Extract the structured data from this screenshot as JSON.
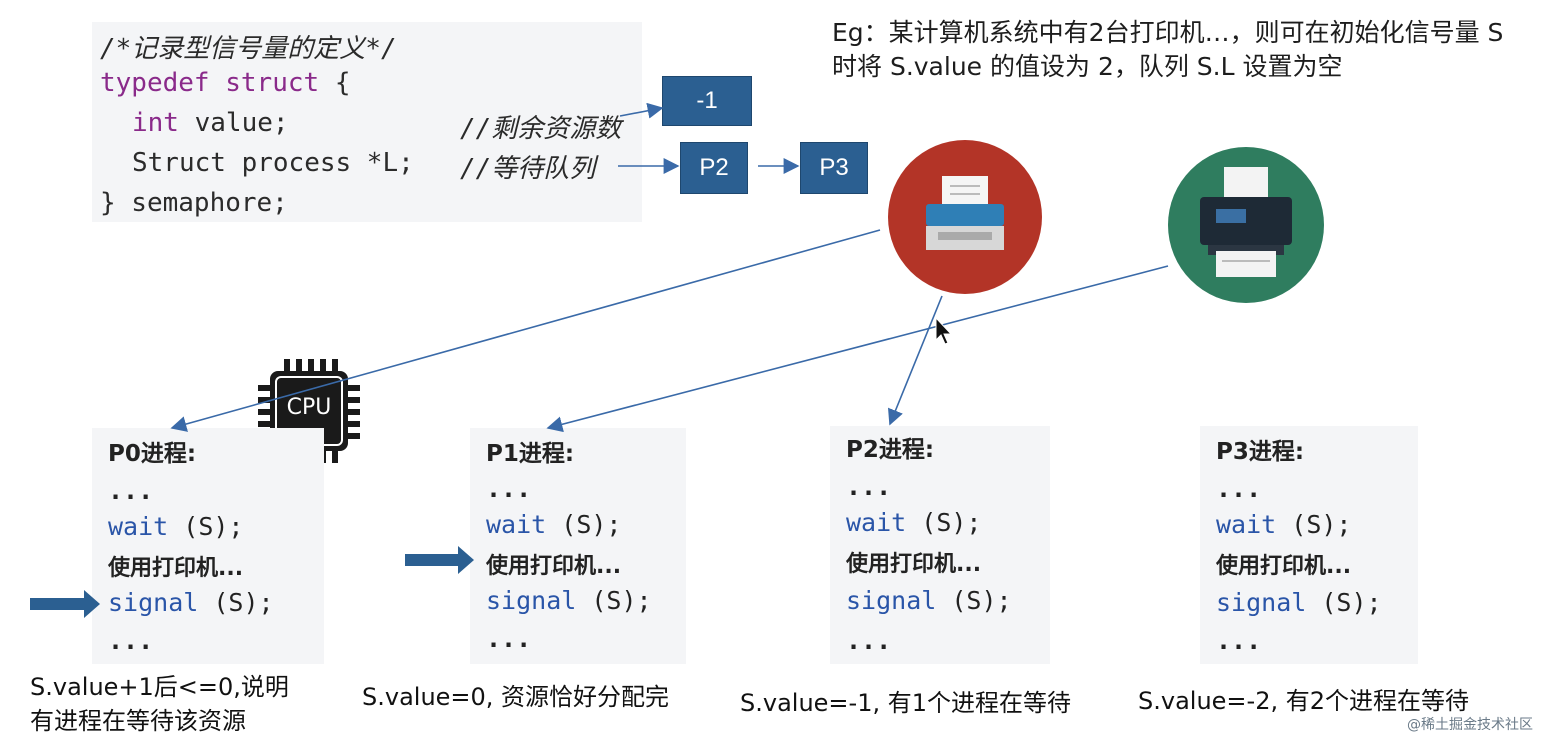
{
  "code": {
    "comment": "/*记录型信号量的定义*/",
    "typedef_kw": "typedef",
    "struct_kw": "struct",
    "open": "{",
    "int_kw": "int",
    "value_decl": "value;",
    "value_comment": "//剩余资源数",
    "struct_word": "Struct",
    "process_decl": "process *L;",
    "queue_comment": "//等待队列",
    "close": "} semaphore;"
  },
  "boxes": {
    "value": "-1",
    "queue": [
      "P2",
      "P3"
    ]
  },
  "note": "Eg：某计算机系统中有2台打印机…，则可在初始化信号量 S 时将 S.value 的值设为 2，队列 S.L 设置为空",
  "cpu_label": "CPU",
  "processes": [
    {
      "title": "P0进程:",
      "dots1": "...",
      "wait": "wait",
      "wait_arg": " (S);",
      "use": "使用打印机...",
      "signal": "signal",
      "signal_arg": " (S);",
      "dots2": "..."
    },
    {
      "title": "P1进程:",
      "dots1": "...",
      "wait": "wait",
      "wait_arg": " (S);",
      "use": "使用打印机...",
      "signal": "signal",
      "signal_arg": " (S);",
      "dots2": "..."
    },
    {
      "title": "P2进程:",
      "dots1": "...",
      "wait": "wait",
      "wait_arg": " (S);",
      "use": "使用打印机...",
      "signal": "signal",
      "signal_arg": " (S);",
      "dots2": "..."
    },
    {
      "title": "P3进程:",
      "dots1": "...",
      "wait": "wait",
      "wait_arg": " (S);",
      "use": "使用打印机...",
      "signal": "signal",
      "signal_arg": " (S);",
      "dots2": "..."
    }
  ],
  "status": {
    "p0_line1": "S.value+1后<=0,说明",
    "p0_line2": "有进程在等待该资源",
    "p1": "S.value=0, 资源恰好分配完",
    "p2": "S.value=-1, 有1个进程在等待",
    "p3": "S.value=-2, 有2个进程在等待"
  },
  "watermark": "@稀土掘金技术社区",
  "colors": {
    "box": "#2b5f91",
    "printer_red": "#b33427",
    "printer_green": "#2f7d5f",
    "keyword_blue": "#2a55a8",
    "arrow": "#3a6aa8"
  }
}
